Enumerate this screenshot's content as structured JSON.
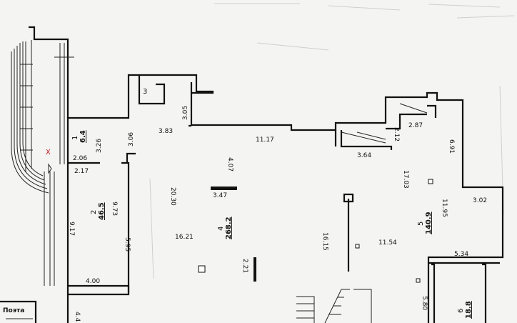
{
  "rooms": [
    {
      "id": "1",
      "number": "1",
      "area": "6.4"
    },
    {
      "id": "2",
      "number": "2",
      "area": "46.5"
    },
    {
      "id": "3",
      "number": "3",
      "area": ""
    },
    {
      "id": "4",
      "number": "4",
      "area": "268.2"
    },
    {
      "id": "5",
      "number": "5",
      "area": "140.9"
    },
    {
      "id": "6",
      "number": "6",
      "area": "18.8"
    }
  ],
  "dimensions": [
    "3.05",
    "3.83",
    "3.06",
    "3.26",
    "2.06",
    "2.17",
    "11.17",
    "2.87",
    "2.12",
    "3.64",
    "6.91",
    "4.07",
    "20.30",
    "3.47",
    "9.73",
    "9.17",
    "5.95",
    "16.21",
    "17.03",
    "11.95",
    "3.02",
    "16.15",
    "11.54",
    "2.21",
    "5.34",
    "4.00",
    "5.80",
    "4.4"
  ],
  "markers": {
    "cross": "X"
  },
  "legend": {
    "label": "Поэта"
  }
}
